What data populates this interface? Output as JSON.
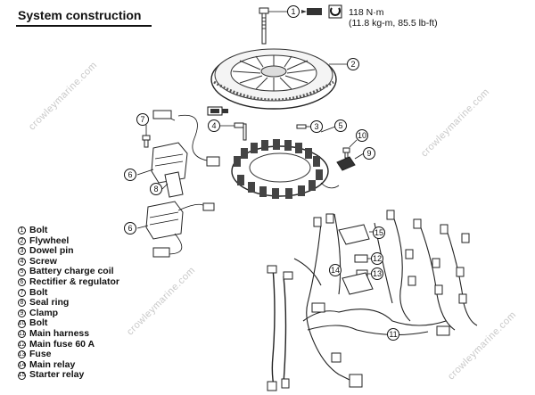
{
  "title": "System construction",
  "torque": {
    "line1": "118 N·m",
    "line2": "(11.8 kg-m, 85.5 lb-ft)"
  },
  "icons": {
    "torque_wrench": "torque-wrench-icon",
    "loctite": "loctite-icon",
    "lock_nut": "lock-icon"
  },
  "legend": [
    {
      "num": "1",
      "label": "Bolt"
    },
    {
      "num": "2",
      "label": "Flywheel"
    },
    {
      "num": "3",
      "label": "Dowel pin"
    },
    {
      "num": "4",
      "label": "Screw"
    },
    {
      "num": "5",
      "label": "Battery charge coil"
    },
    {
      "num": "6",
      "label": "Rectifier & regulator"
    },
    {
      "num": "7",
      "label": "Bolt"
    },
    {
      "num": "8",
      "label": "Seal ring"
    },
    {
      "num": "9",
      "label": "Clamp"
    },
    {
      "num": "10",
      "label": "Bolt"
    },
    {
      "num": "11",
      "label": "Main harness"
    },
    {
      "num": "12",
      "label": "Main fuse 60 A"
    },
    {
      "num": "13",
      "label": "Fuse"
    },
    {
      "num": "14",
      "label": "Main relay"
    },
    {
      "num": "15",
      "label": "Starter relay"
    }
  ],
  "watermark": "crowleymarine.com",
  "callouts": [
    "1",
    "2",
    "3",
    "4",
    "5",
    "6",
    "6",
    "7",
    "8",
    "9",
    "10",
    "11",
    "12",
    "13",
    "14",
    "15"
  ]
}
